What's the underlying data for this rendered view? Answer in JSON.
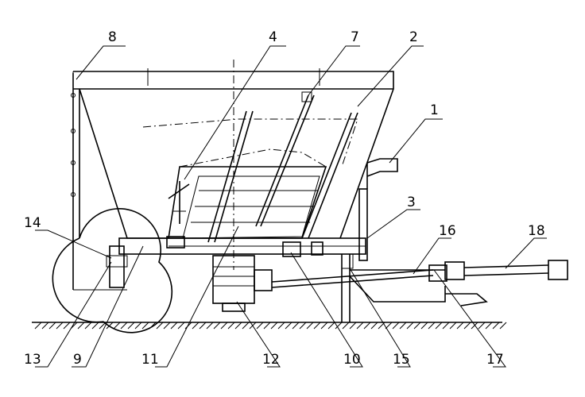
{
  "labels": {
    "l1": "1",
    "l2": "2",
    "l3": "3",
    "l4": "4",
    "l7": "7",
    "l8": "8",
    "l9": "9",
    "l10": "10",
    "l11": "11",
    "l12": "12",
    "l13": "13",
    "l14": "14",
    "l15": "15",
    "l16": "16",
    "l17": "17",
    "l18": "18"
  }
}
